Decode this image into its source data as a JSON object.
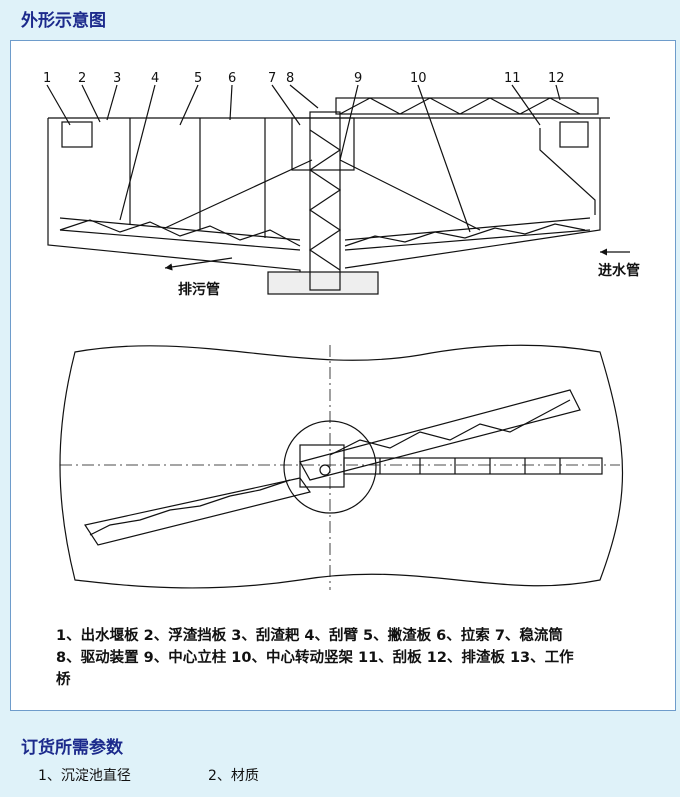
{
  "section_title": "外形示意图",
  "diagram": {
    "labels": [
      "1",
      "2",
      "3",
      "4",
      "5",
      "6",
      "7",
      "8",
      "9",
      "10",
      "11",
      "12"
    ],
    "outlet_label": "排污管",
    "inlet_label": "进水管"
  },
  "legend_text": "1、出水堰板 2、浮渣挡板 3、刮渣耙 4、刮臂 5、撇渣板 6、拉索 7、稳流筒 8、驱动装置 9、中心立柱 10、中心转动竖架 11、刮板 12、排渣板 13、工作桥",
  "order_section_title": "订货所需参数",
  "params": [
    "1、沉淀池直径",
    "2、材质"
  ]
}
